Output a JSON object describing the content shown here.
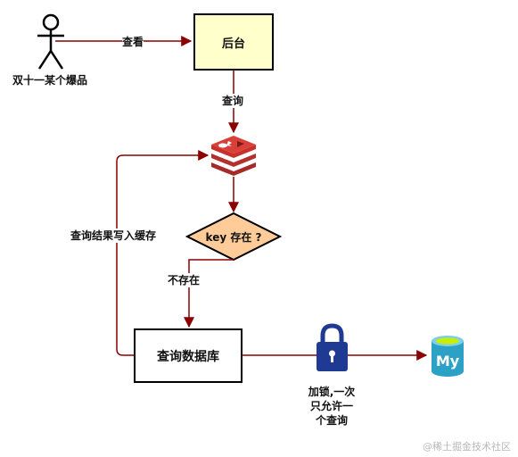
{
  "nodes": {
    "actor": "双十一某个爆品",
    "backend": "后台",
    "decision": "key 存在 ?",
    "database_query": "查询数据库",
    "lock_note": [
      "加锁,一次",
      "只允许一",
      "个查询"
    ],
    "mysql_icon_text": "My"
  },
  "edges": {
    "view": "查看",
    "query": "查询",
    "write_cache": "查询结果写入缓存",
    "not_exists": "不存在"
  },
  "watermark": "@稀土掘金技术社区",
  "colors": {
    "arrow": "#8b0000",
    "backend_fill": "#ffffcc",
    "decision_fill": "#ffcc99",
    "redis": "#c9302c",
    "lock": "#1f3a93",
    "mysql": "#2aa1c5"
  }
}
